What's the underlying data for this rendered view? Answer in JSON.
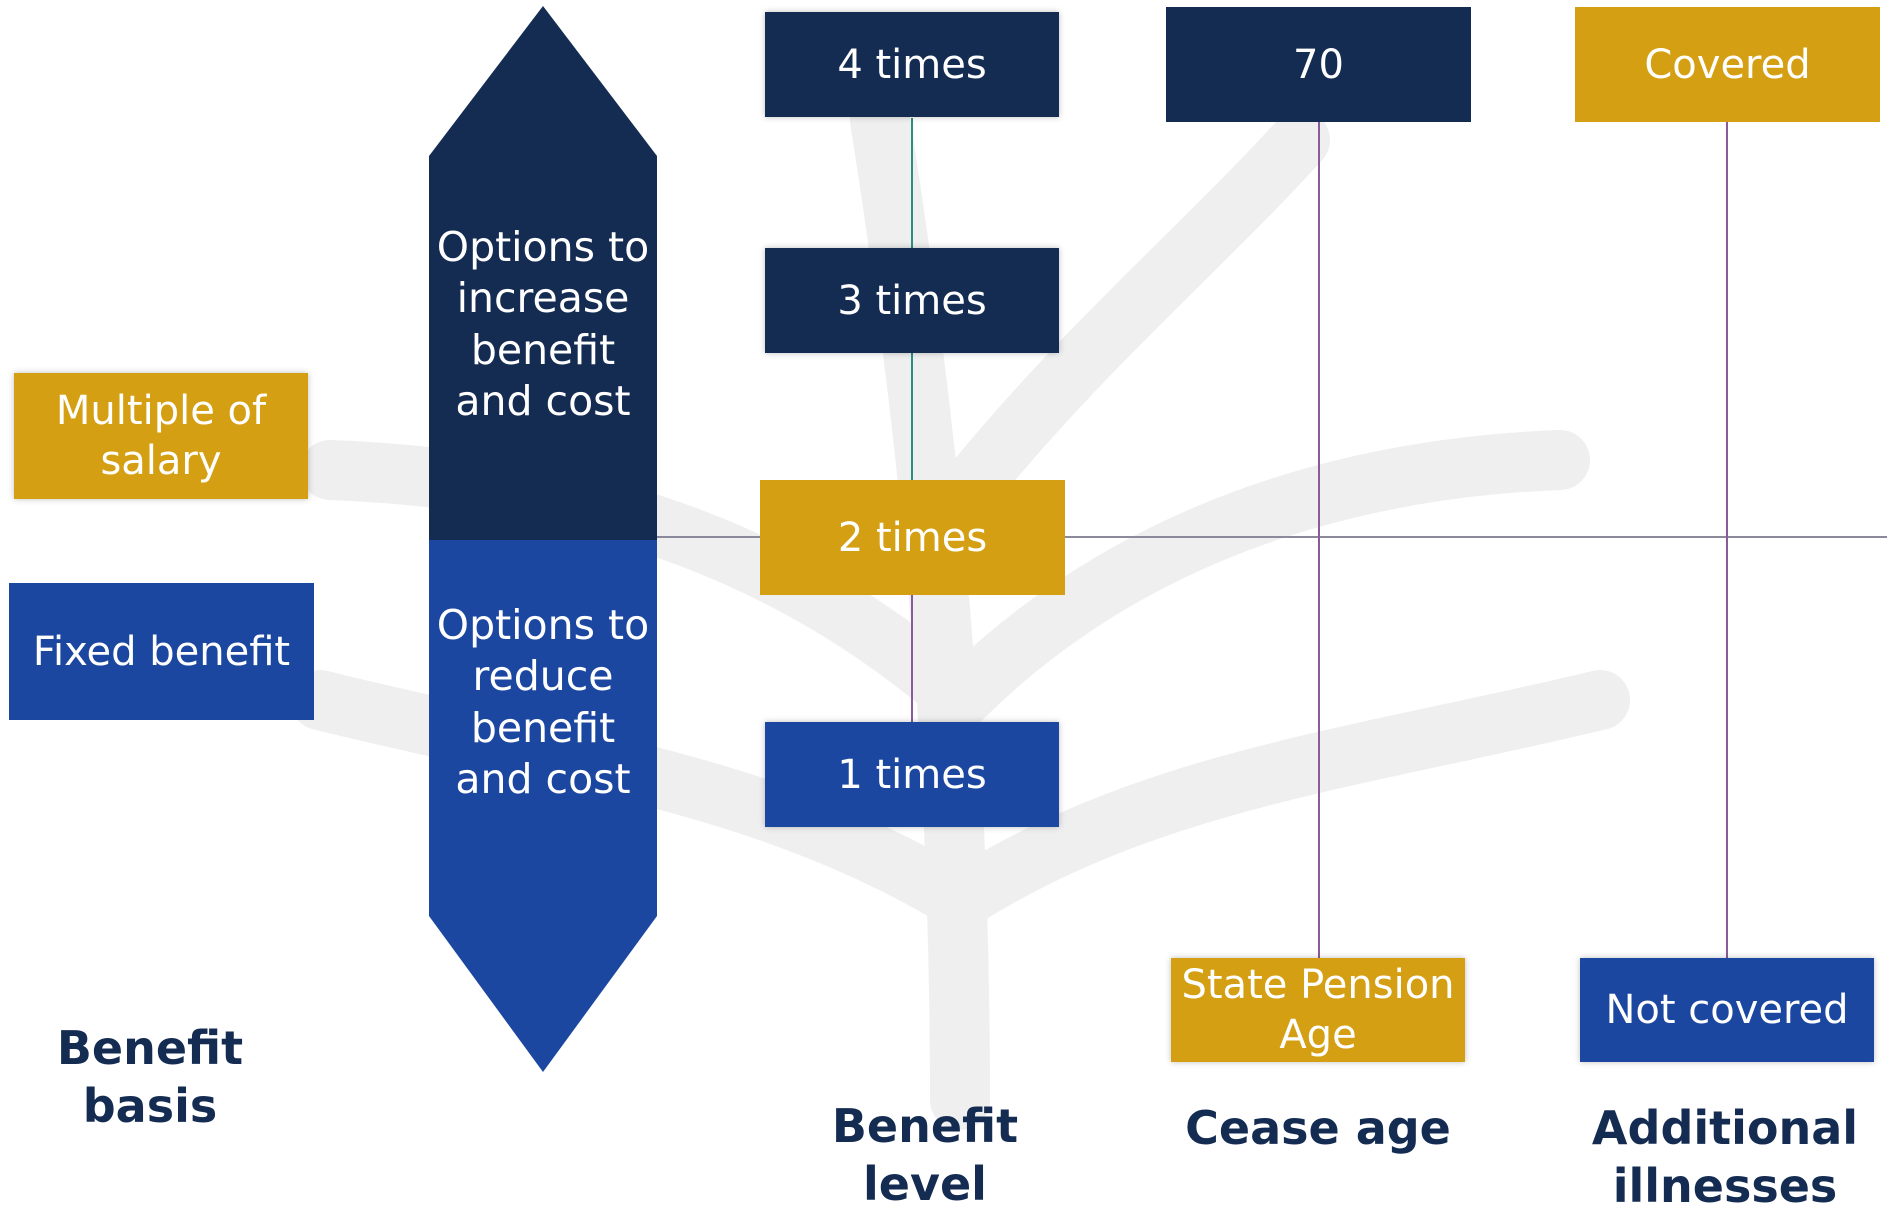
{
  "arrow": {
    "up_text": "Options to increase benefit and cost",
    "down_text": "Options to reduce benefit and cost"
  },
  "benefit_basis": {
    "label": "Benefit basis",
    "options": [
      "Multiple of salary",
      "Fixed benefit"
    ]
  },
  "benefit_level": {
    "label": "Benefit level",
    "options": [
      "4 times",
      "3 times",
      "2 times",
      "1 times"
    ]
  },
  "cease_age": {
    "label": "Cease age",
    "options": [
      "70",
      "State Pension Age"
    ]
  },
  "additional_illnesses": {
    "label": "Additional illnesses",
    "options": [
      "Covered",
      "Not covered"
    ]
  },
  "colors": {
    "navy": "#142b52",
    "blue": "#1c47a0",
    "gold": "#d59f13"
  }
}
